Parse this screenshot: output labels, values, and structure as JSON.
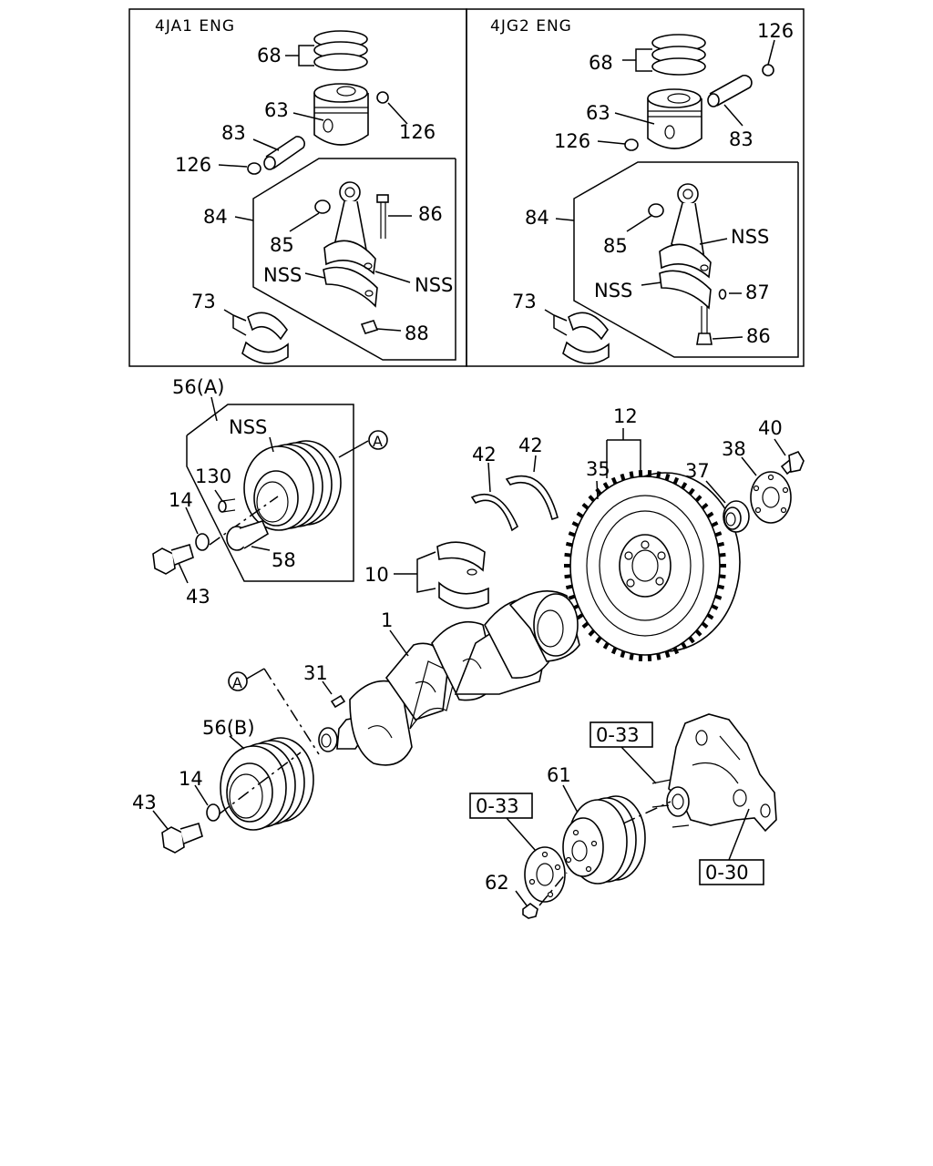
{
  "panels": {
    "left_title": "4JA1 ENG",
    "right_title": "4JG2 ENG"
  },
  "labels": {
    "l68": "68",
    "l63": "63",
    "l83": "83",
    "l126a": "126",
    "l126b": "126",
    "l84": "84",
    "l85": "85",
    "l86": "86",
    "l88": "88",
    "l73": "73",
    "nssA": "NSS",
    "nssB": "NSS",
    "r68": "68",
    "r63": "63",
    "r126a": "126",
    "r126b": "126",
    "r83": "83",
    "r84": "84",
    "r85": "85",
    "rnss1": "NSS",
    "rnss2": "NSS",
    "r87": "87",
    "r86": "86",
    "r73": "73",
    "m56a": "56(A)",
    "mnss": "NSS",
    "m130": "130",
    "m14a": "14",
    "m43a": "43",
    "m58": "58",
    "m10": "10",
    "m42a": "42",
    "m42b": "42",
    "m35": "35",
    "m12": "12",
    "m37": "37",
    "m38": "38",
    "m40": "40",
    "m1": "1",
    "m31": "31",
    "m56b": "56(B)",
    "m14b": "14",
    "m43b": "43",
    "m61": "61",
    "m62": "62"
  },
  "refs": {
    "ref_a1": "A",
    "ref_a2": "A",
    "box1": "0-33",
    "box2": "0-33",
    "box3": "0-30"
  }
}
